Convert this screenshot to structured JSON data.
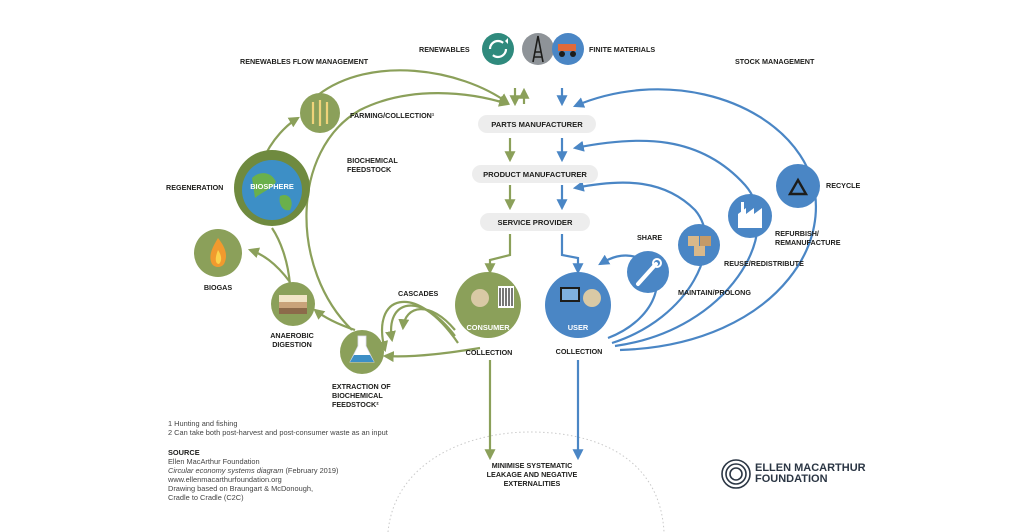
{
  "labels": {
    "renewables": "RENEWABLES",
    "finite_materials": "FINITE MATERIALS",
    "renewables_flow_management": "RENEWABLES FLOW MANAGEMENT",
    "stock_management": "STOCK MANAGEMENT",
    "farming_collection": "FARMING/COLLECTION¹",
    "biochemical_feedstock_1": "BIOCHEMICAL",
    "biochemical_feedstock_2": "FEEDSTOCK",
    "regeneration": "REGENERATION",
    "biosphere": "BIOSPHERE",
    "biogas": "BIOGAS",
    "anaerobic_1": "ANAEROBIC",
    "anaerobic_2": "DIGESTION",
    "cascades": "CASCADES",
    "extraction_1": "EXTRACTION OF",
    "extraction_2": "BIOCHEMICAL",
    "extraction_3": "FEEDSTOCK²",
    "consumer": "CONSUMER",
    "user": "USER",
    "collection_left": "COLLECTION",
    "collection_right": "COLLECTION",
    "parts_manufacturer": "PARTS MANUFACTURER",
    "product_manufacturer": "PRODUCT MANUFACTURER",
    "service_provider": "SERVICE PROVIDER",
    "share": "SHARE",
    "maintain_prolong": "MAINTAIN/PROLONG",
    "reuse_redistribute": "REUSE/REDISTRIBUTE",
    "refurbish_1": "REFURBISH/",
    "refurbish_2": "REMANUFACTURE",
    "recycle": "RECYCLE",
    "leakage_1": "MINIMISE SYSTEMATIC",
    "leakage_2": "LEAKAGE AND NEGATIVE",
    "leakage_3": "EXTERNALITIES"
  },
  "footnotes": {
    "note1": "1 Hunting and fishing",
    "note2": "2 Can take both post-harvest and post-consumer waste as an input"
  },
  "source": {
    "heading": "SOURCE",
    "line1": "Ellen MacArthur Foundation",
    "line2": "Circular economy systems diagram",
    "line2_suffix": " (February 2019)",
    "line3": "www.ellenmacarthurfoundation.org",
    "line4": "Drawing based on Braungart & McDonough,",
    "line5": "Cradle to Cradle (C2C)"
  },
  "logo": {
    "line1": "ELLEN MACARTHUR",
    "line2": "FOUNDATION"
  },
  "colors": {
    "green": "#8ba05a",
    "green_dark": "#6f8a3f",
    "blue": "#4a86c5",
    "box_gray": "#ededed",
    "text": "#1d1d1b"
  },
  "icons": {
    "renewables": "recycle-arrows-icon",
    "oil_rig": "oil-derrick-icon",
    "mining": "mining-truck-icon",
    "farming": "wheat-fish-icon",
    "biosphere": "globe-icon",
    "biogas": "flame-icon",
    "anaerobic": "soil-layers-icon",
    "extraction": "flask-icon",
    "consumer": "barcode-person-icon",
    "user": "monitor-person-icon",
    "maintain": "wrench-icon",
    "reuse": "boxes-icon",
    "refurbish": "factory-icon",
    "recycle": "recycle-icon"
  }
}
